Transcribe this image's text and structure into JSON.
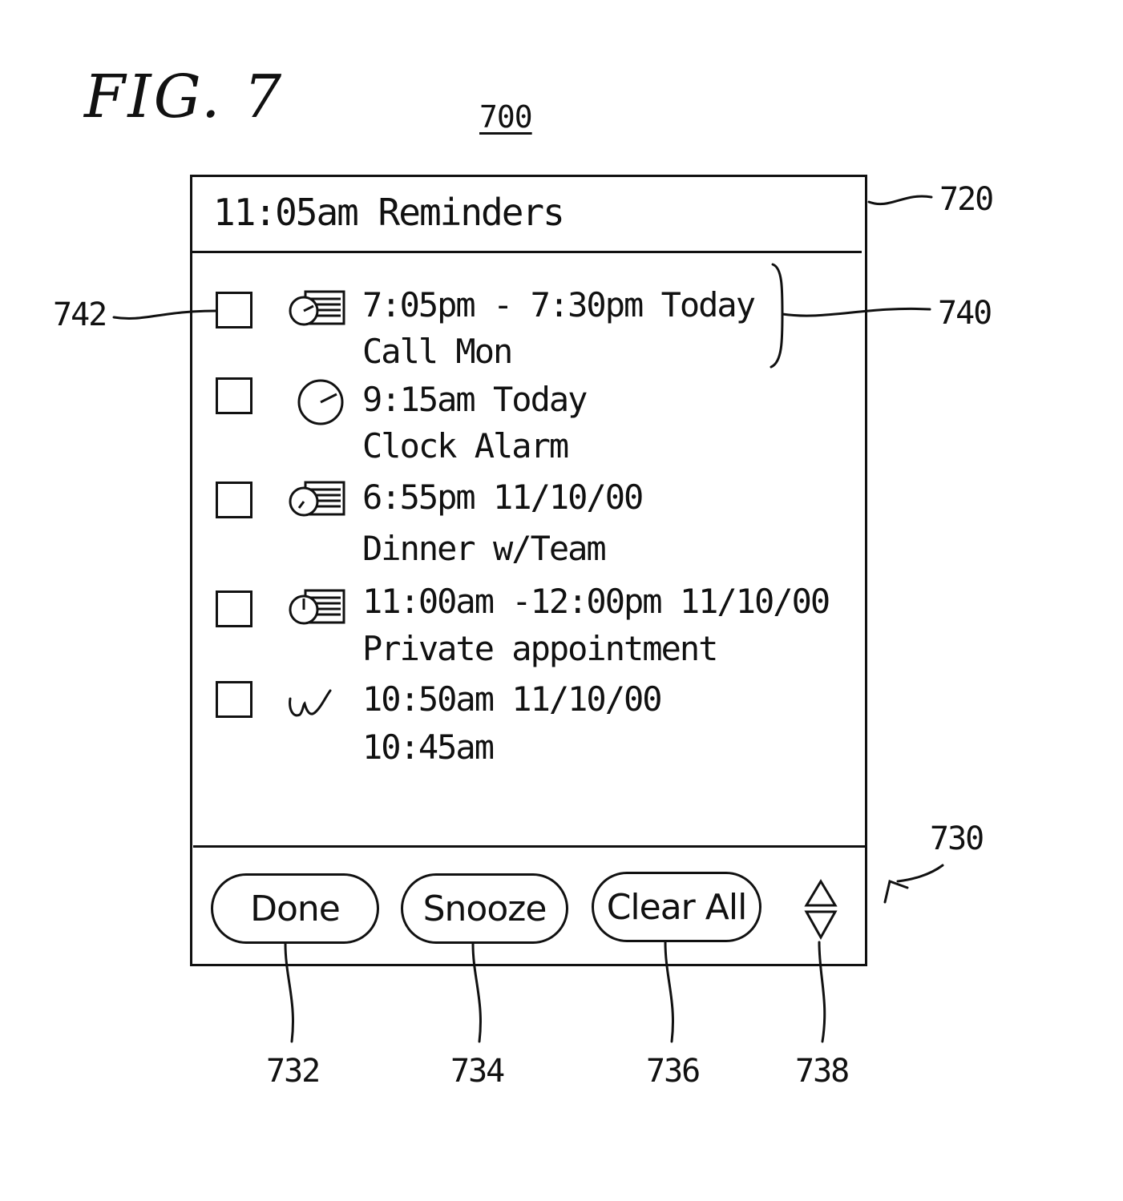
{
  "figure": {
    "title": "FIG. 7",
    "number": "700"
  },
  "screen": {
    "header": {
      "title": "11:05am Reminders"
    },
    "reminders": [
      {
        "icon": "calendar-clock-icon",
        "line1": "7:05pm - 7:30pm Today",
        "line2": "Call Mon"
      },
      {
        "icon": "alarm-clock-icon",
        "line1": "9:15am Today",
        "line2": "Clock Alarm"
      },
      {
        "icon": "calendar-clock-icon",
        "line1": "6:55pm 11/10/00",
        "line2": "Dinner w/Team"
      },
      {
        "icon": "calendar-clock-icon",
        "line1": "11:00am -12:00pm 11/10/00",
        "line2": "Private appointment"
      },
      {
        "icon": "handwriting-icon",
        "line1": "10:50am 11/10/00",
        "line2": "10:45am"
      }
    ],
    "buttons": {
      "done": "Done",
      "snooze": "Snooze",
      "clear_all": "Clear All"
    }
  },
  "reference_numerals": {
    "header": "720",
    "checkbox": "742",
    "reminder_item": "740",
    "button_bar": "730",
    "done": "732",
    "snooze": "734",
    "clear_all": "736",
    "scroll": "738"
  }
}
